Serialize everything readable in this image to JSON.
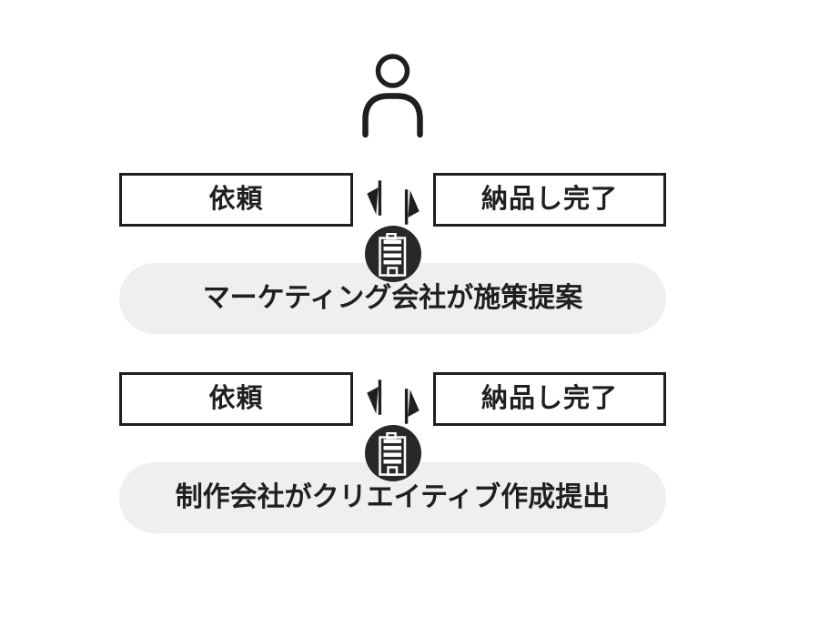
{
  "colors": {
    "ink": "#1f1f1f",
    "badge_bg": "#282828",
    "pill_bg": "#efefef",
    "box_bg": "#ffffff",
    "icon_stroke": "#ffffff",
    "background": "#ffffff"
  },
  "icons": {
    "client": "person-icon",
    "company": "building-icon",
    "request_flow": "down-arrow-icon",
    "delivery_flow": "up-arrow-icon"
  },
  "rows": [
    {
      "request_label": "依頼",
      "delivery_label": "納品し完了",
      "description": "マーケティング会社が施策提案"
    },
    {
      "request_label": "依頼",
      "delivery_label": "納品し完了",
      "description": "制作会社がクリエイティブ作成提出"
    }
  ]
}
